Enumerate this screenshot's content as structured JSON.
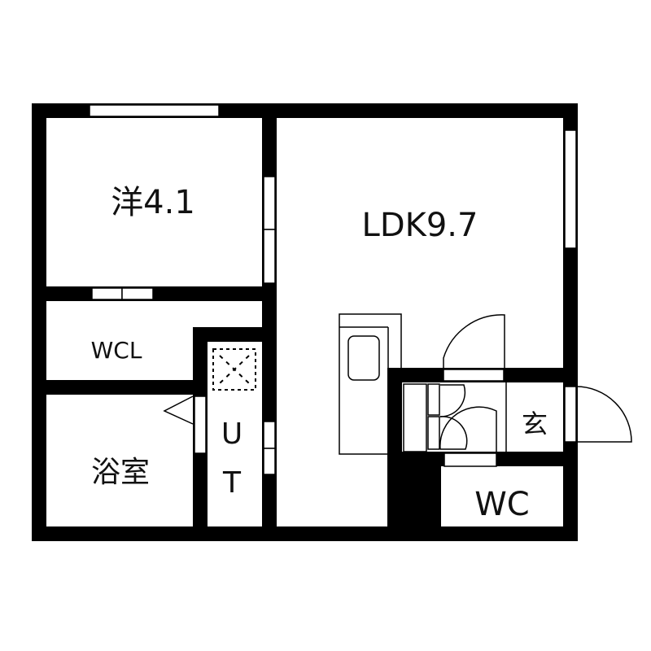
{
  "floorplan": {
    "colors": {
      "wall": "#000000",
      "background": "#ffffff",
      "line": "#111111"
    },
    "rooms": [
      {
        "id": "western",
        "label": "洋4.1"
      },
      {
        "id": "ldk",
        "label": "LDK9.7"
      },
      {
        "id": "wcl",
        "label": "WCL"
      },
      {
        "id": "bath",
        "label": "浴室"
      },
      {
        "id": "ut",
        "label_top": "U",
        "label_bottom": "T"
      },
      {
        "id": "entrance",
        "label": "玄"
      },
      {
        "id": "wc",
        "label": "WC"
      }
    ]
  }
}
